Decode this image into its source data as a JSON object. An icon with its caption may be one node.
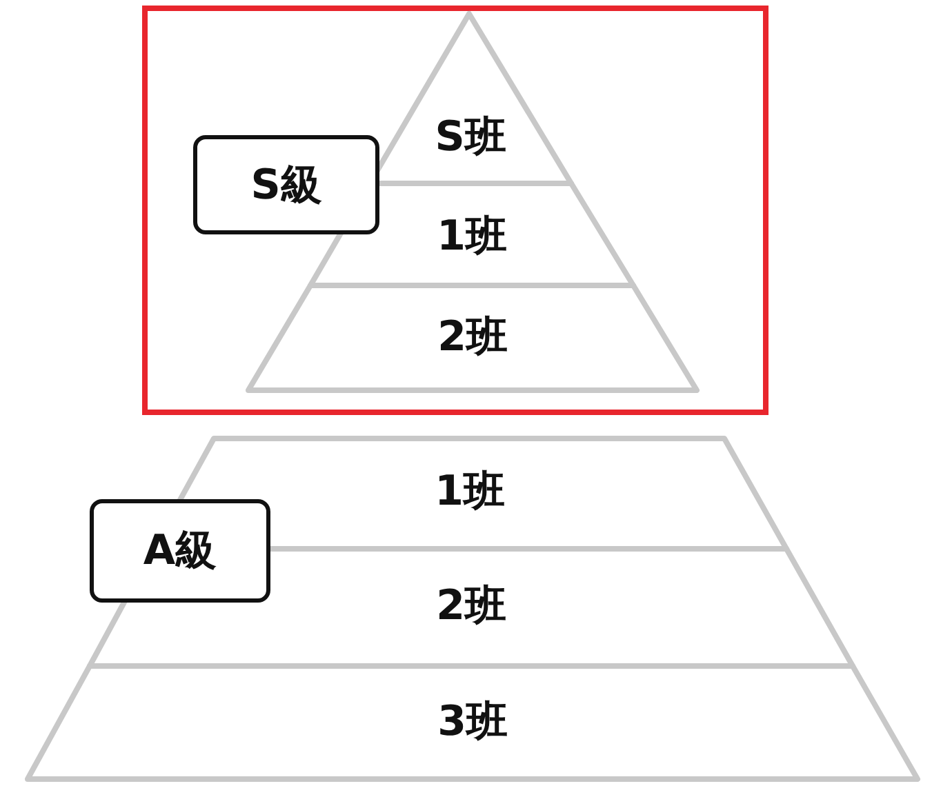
{
  "diagram": {
    "nodes": [
      {
        "text": [],
        "shape": "box"
      },
      {
        "text": [
          "S級"
        ],
        "in": 0
      },
      {
        "text": [
          "S班"
        ],
        "in": 0
      },
      {
        "text": [
          "1班"
        ],
        "in": 0
      },
      {
        "text": [
          "2班"
        ],
        "in": 0
      },
      {
        "text": [
          "A級"
        ]
      },
      {
        "text": [
          "1班"
        ]
      },
      {
        "text": [
          "2班"
        ]
      },
      {
        "text": [
          "3班"
        ]
      }
    ]
  }
}
